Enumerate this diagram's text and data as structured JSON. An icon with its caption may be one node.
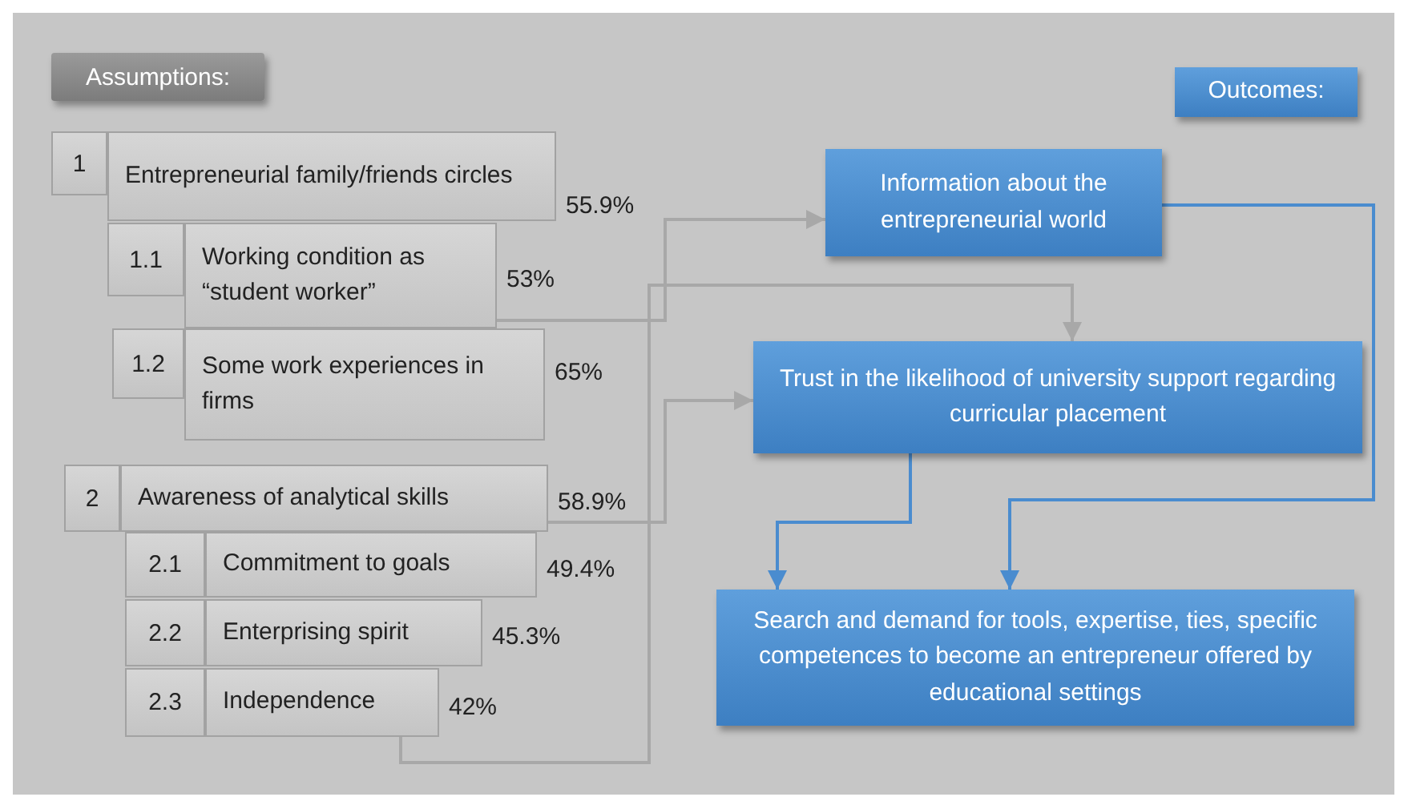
{
  "diagram": {
    "nodes": [
      {
        "text": [
          "Assumptions:"
        ]
      },
      {
        "text": [
          "Outcomes:"
        ]
      },
      {
        "text": [
          "1"
        ]
      },
      {
        "text": [
          "Entrepreneurial family/friends circles"
        ],
        "beside": [
          "55.9%"
        ]
      },
      {
        "text": [
          "1.1"
        ]
      },
      {
        "text": [
          "Working condition as “student worker”"
        ],
        "beside": [
          "53%"
        ]
      },
      {
        "text": [
          "1.2"
        ]
      },
      {
        "text": [
          "Some work experiences in firms"
        ],
        "beside": [
          "65%"
        ]
      },
      {
        "text": [
          "Information about the entrepreneurial world"
        ]
      },
      {
        "text": [
          "Trust in the likelihood of university support regarding curricular placement"
        ]
      },
      {
        "text": [
          "2"
        ]
      },
      {
        "text": [
          "Awareness of analytical skills"
        ],
        "beside": [
          "58.9%"
        ]
      },
      {
        "text": [
          "2.1"
        ]
      },
      {
        "text": [
          "Commitment to goals"
        ],
        "beside": [
          "49.4%"
        ]
      },
      {
        "text": [
          "2.2"
        ]
      },
      {
        "text": [
          "Enterprising spirit"
        ],
        "beside": [
          "45.3%"
        ]
      },
      {
        "text": [
          "2.3"
        ]
      },
      {
        "text": [
          "Independence"
        ],
        "beside": [
          "42%"
        ]
      },
      {
        "text": [
          "Search and demand for tools, expertise, ties, specific competences to become an entrepreneur offered by educational settings"
        ]
      }
    ],
    "edges": [
      {
        "from": 5,
        "to": 8,
        "arrow": "to"
      },
      {
        "from": 11,
        "to": 9,
        "arrow": "to"
      },
      {
        "from": 17,
        "to": 9,
        "arrow": "to"
      },
      {
        "from": 8,
        "to": 18,
        "arrow": "to",
        "color": "#4a8ccf"
      },
      {
        "from": 9,
        "to": 18,
        "arrow": "to",
        "color": "#4a8ccf"
      }
    ]
  }
}
